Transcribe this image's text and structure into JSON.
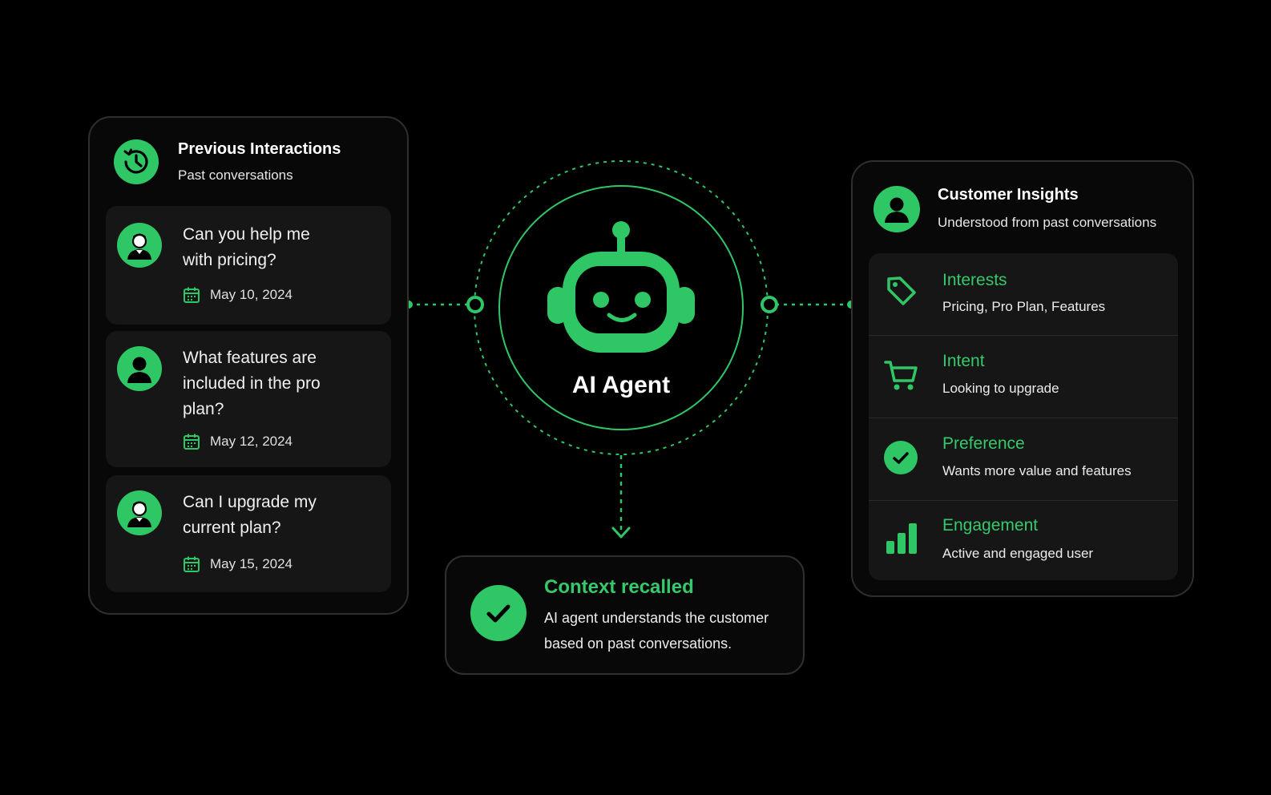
{
  "left_panel": {
    "title": "Previous Interactions",
    "subtitle": "Past conversations",
    "header_icon": "history-clock-icon",
    "conversations": [
      {
        "question": "Can you help me with pricing?",
        "date": "May 10, 2024",
        "avatar": "user-avatar-icon"
      },
      {
        "question": "What features are included in the pro plan?",
        "date": "May 12, 2024",
        "avatar": "user-avatar-icon"
      },
      {
        "question": "Can I upgrade my current plan?",
        "date": "May 15, 2024",
        "avatar": "user-avatar-icon"
      }
    ]
  },
  "center": {
    "label": "AI Agent",
    "icon": "robot-icon"
  },
  "result_box": {
    "title": "Context recalled",
    "line1": "AI agent understands the customer",
    "line2": "based on past conversations.",
    "icon": "check-circle-icon"
  },
  "right_panel": {
    "title": "Customer Insights",
    "subtitle": "Understood from past conversations",
    "header_icon": "user-icon",
    "insights": [
      {
        "title": "Interests",
        "value": "Pricing, Pro Plan, Features",
        "icon": "tag-icon"
      },
      {
        "title": "Intent",
        "value": "Looking to upgrade",
        "icon": "cart-icon"
      },
      {
        "title": "Preference",
        "value": "Wants more value and features",
        "icon": "check-circle-icon"
      },
      {
        "title": "Engagement",
        "value": "Active and engaged user",
        "icon": "bar-chart-icon"
      }
    ]
  },
  "colors": {
    "accent": "#2fc766",
    "background": "#000000",
    "panel": "#080808",
    "card": "#161616",
    "border": "#2f2f2f"
  }
}
